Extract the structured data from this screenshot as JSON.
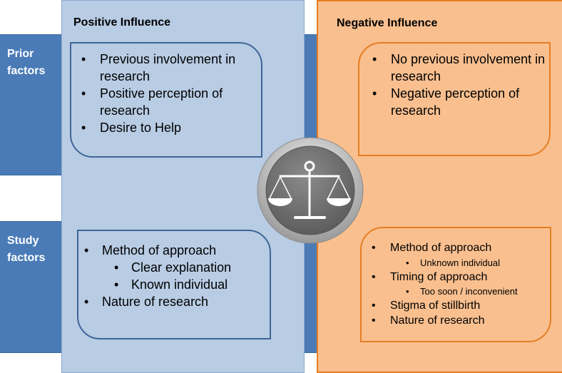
{
  "rows": {
    "prior_label": "Prior factors",
    "study_label": "Study factors"
  },
  "positive": {
    "title": "Positive Influence",
    "prior_items": [
      "Previous involvement in research",
      "Positive perception of research",
      "Desire to Help"
    ],
    "study_items": {
      "method": "Method of approach",
      "method_sub": [
        "Clear explanation",
        "Known individual"
      ],
      "nature": "Nature of research"
    }
  },
  "negative": {
    "title": "Negative Influence",
    "prior_items": [
      "No previous involvement in research",
      "Negative perception of research"
    ],
    "study_items": {
      "method": "Method of approach",
      "method_sub": "Unknown individual",
      "timing": "Timing of approach",
      "timing_sub": "Too soon / inconvenient",
      "stigma": "Stigma of stillbirth",
      "nature": "Nature of research"
    }
  },
  "center_icon": "balance-scale-icon",
  "colors": {
    "band_blue": "#4a7bb7",
    "positive_fill": "#b8cce4",
    "positive_border": "#3f6597",
    "negative_fill": "#f9bf8f",
    "negative_border": "#e67e22",
    "badge_grey": "#6e6e6e"
  }
}
